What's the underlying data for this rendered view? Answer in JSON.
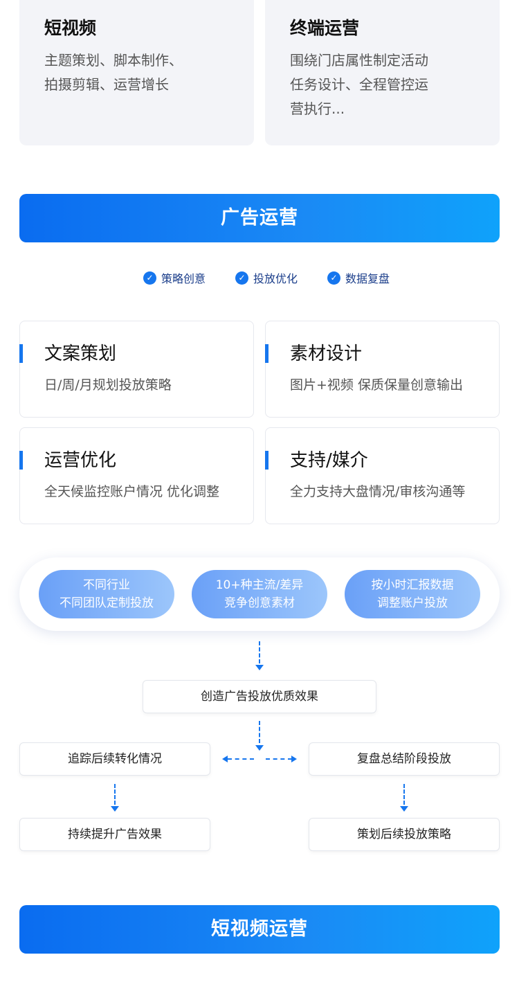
{
  "top_cards": [
    {
      "title": "短视频",
      "lines": [
        "主题策划、脚本制作、",
        "拍摄剪辑、运营增长"
      ]
    },
    {
      "title": "终端运营",
      "lines": [
        "围绕门店属性制定活动",
        "任务设计、全程管控运",
        "营执行..."
      ]
    }
  ],
  "ad_banner": {
    "title": "广告运营"
  },
  "checks": [
    "策略创意",
    "投放优化",
    "数据复盘"
  ],
  "services": [
    {
      "title": "文案策划",
      "desc": "日/周/月规划投放策略"
    },
    {
      "title": "素材设计",
      "desc": "图片+视频 保质保量创意输出"
    },
    {
      "title": "运营优化",
      "desc": "全天候监控账户情况 优化调整"
    },
    {
      "title": "支持/媒介",
      "desc": "全力支持大盘情况/审核沟通等"
    }
  ],
  "pills": [
    {
      "line1": "不同行业",
      "line2": "不同团队定制投放"
    },
    {
      "line1": "10+种主流/差异",
      "line2": "竞争创意素材"
    },
    {
      "line1": "按小时汇报数据",
      "line2": "调整账户投放"
    }
  ],
  "flow": {
    "center": "创造广告投放优质效果",
    "left_top": "追踪后续转化情况",
    "right_top": "复盘总结阶段投放",
    "left_bottom": "持续提升广告效果",
    "right_bottom": "策划后续投放策略"
  },
  "video_banner": {
    "title": "短视频运营"
  },
  "colors": {
    "accent": "#1676ee",
    "card_bg": "#f3f4f8",
    "pill_start": "#6aa0f7",
    "pill_end": "#9cc6fb"
  },
  "icons": {
    "check": "check-circle-icon"
  }
}
